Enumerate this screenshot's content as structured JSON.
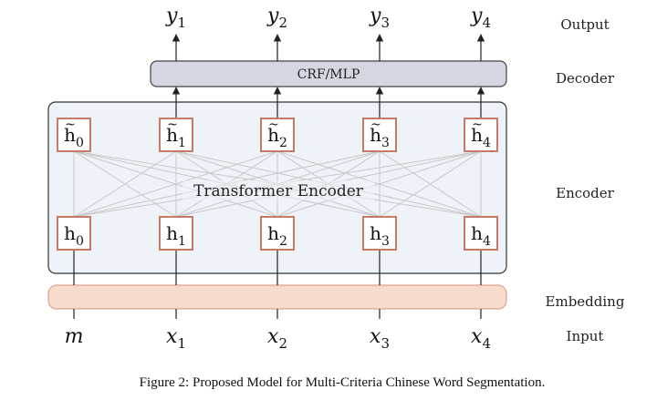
{
  "outputs": [
    {
      "base": "y",
      "sub": "1"
    },
    {
      "base": "y",
      "sub": "2"
    },
    {
      "base": "y",
      "sub": "3"
    },
    {
      "base": "y",
      "sub": "4"
    }
  ],
  "inputs": [
    {
      "base": "m",
      "sub": ""
    },
    {
      "base": "x",
      "sub": "1"
    },
    {
      "base": "x",
      "sub": "2"
    },
    {
      "base": "x",
      "sub": "3"
    },
    {
      "base": "x",
      "sub": "4"
    }
  ],
  "hidden_top": [
    {
      "base": "h",
      "sub": "0"
    },
    {
      "base": "h",
      "sub": "1"
    },
    {
      "base": "h",
      "sub": "2"
    },
    {
      "base": "h",
      "sub": "3"
    },
    {
      "base": "h",
      "sub": "4"
    }
  ],
  "hidden_bottom": [
    {
      "base": "h",
      "sub": "0"
    },
    {
      "base": "h",
      "sub": "1"
    },
    {
      "base": "h",
      "sub": "2"
    },
    {
      "base": "h",
      "sub": "3"
    },
    {
      "base": "h",
      "sub": "4"
    }
  ],
  "decoder_box_label": "CRF/MLP",
  "encoder_label": "Transformer Encoder",
  "right_labels": {
    "output": "Output",
    "decoder": "Decoder",
    "encoder": "Encoder",
    "embedding": "Embedding",
    "input": "Input"
  },
  "caption": "Figure 2: Proposed Model for Multi-Criteria Chinese Word Segmentation.",
  "colors": {
    "node_border": "#c97a66",
    "encoder_fill": "#eef3fa",
    "decoder_fill": "#d4d6e1",
    "embedding_fill": "#f7dccd",
    "embedding_border": "#d9a58b",
    "connection": "#c8c8c8",
    "arrow": "#222222"
  }
}
